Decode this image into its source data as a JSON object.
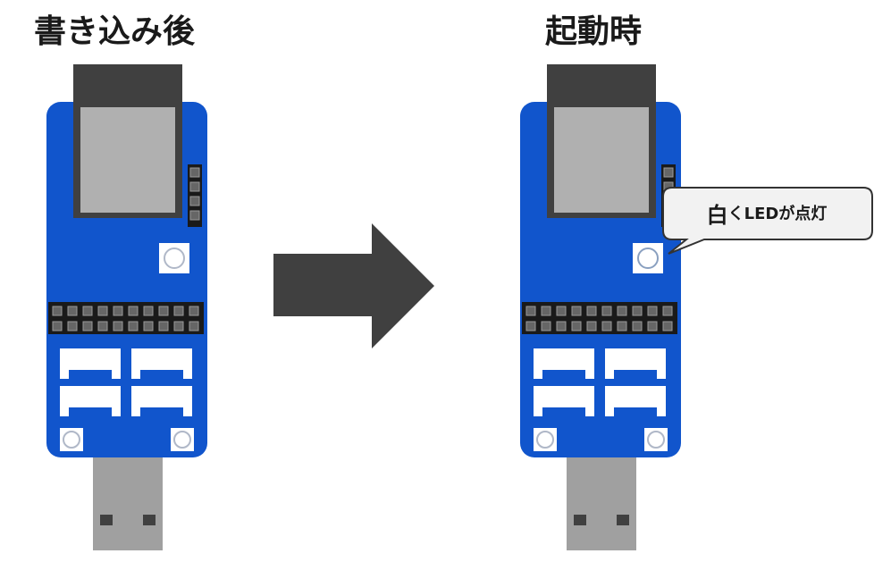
{
  "labels": {
    "left_title": "書き込み後",
    "right_title": "起動時",
    "callout_lead": "白",
    "callout_rest": "くLEDが点灯"
  },
  "colors": {
    "board": "#1155cc",
    "module_shield": "#b0b0b0",
    "module_top": "#404040",
    "usb_plug": "#a0a0a0",
    "usb_hole": "#404040",
    "arrow": "#404040",
    "pin_header": "#1a1a1a",
    "pin": "#666666",
    "connector": "#ffffff",
    "led_off_ring": "#b0b8c8",
    "led_on_ring": "#8aa0c0",
    "callout_fill": "#f2f2f2",
    "callout_stroke": "#333333"
  },
  "boards": [
    {
      "name": "board-after-writing",
      "led_state": "off"
    },
    {
      "name": "board-on-startup",
      "led_state": "white"
    }
  ],
  "arrow": {
    "direction": "right"
  }
}
